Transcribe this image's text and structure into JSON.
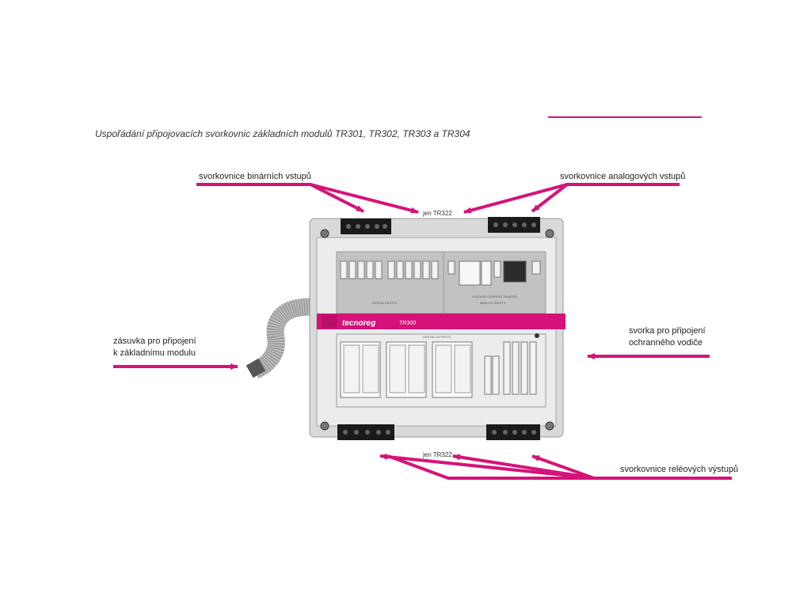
{
  "caption": "Uspořádání připojovacích svorkovnic základních modulů TR301, TR302, TR303 a TR304",
  "labels": {
    "binary_inputs": "svorkovnice binárních vstupů",
    "analog_inputs": "svorkovnice analogových vstupů",
    "socket_line1": "zásuvka pro připojení",
    "socket_line2": "k základnímu modulu",
    "ground_line1": "svorka pro připojení",
    "ground_line2": "ochranného vodiče",
    "relay_outputs": "svorkovnice reléových výstupů",
    "jen_top": "jen TR322",
    "jen_bottom": "jen TR322"
  },
  "device": {
    "brand": "tecnoreg",
    "model": "TR300",
    "digital_inputs": "DIGITAL INPUTS",
    "analog_inputs": "ANALOG INPUTS",
    "digital_outputs": "DIGITAL OUTPUTS",
    "range_labels": "VOLTAGE   CURRENT   RANGES"
  },
  "colors": {
    "accent": "#d6127a",
    "device_body": "#e4e4e4",
    "panel_gray": "#bdbdbd",
    "connector": "#1a1a1a"
  }
}
